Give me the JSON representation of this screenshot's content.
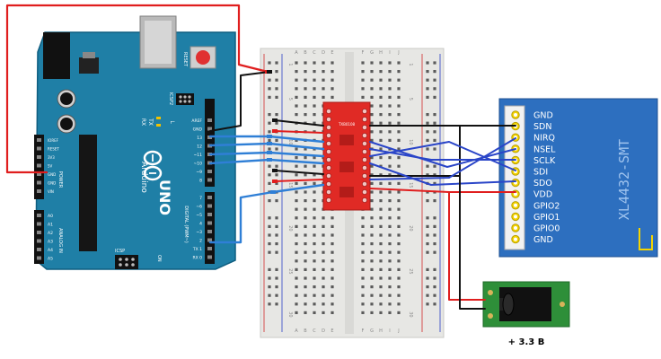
{
  "arduino": {
    "reset_label": "RESET",
    "icsp_label": "ICSP",
    "icsp2_label": "ICSP2",
    "tx_label": "TX",
    "rx_label": "RX",
    "l_label": "L",
    "on_label": "ON",
    "aref_label": "AREF",
    "gnd_label": "GND",
    "brand_label": "Arduino",
    "model_label": "UNO",
    "digital_label": "DIGITAL (PWM~)",
    "power_label": "POWER",
    "analog_label": "ANALOG IN",
    "power_pins": [
      "IOREF",
      "RESET",
      "3V3",
      "5V",
      "GND",
      "GND",
      "VIN"
    ],
    "analog_pins": [
      "A0",
      "A1",
      "A2",
      "A3",
      "A4",
      "A5"
    ],
    "digital_pins_top": [
      "13",
      "12",
      "~11",
      "~10",
      "~9",
      "8"
    ],
    "digital_pins_bottom": [
      "7",
      "~6",
      "~5",
      "4",
      "~3",
      "2",
      "TX 1",
      "RX 0"
    ]
  },
  "breadboard": {
    "col_letters_left": [
      "A",
      "B",
      "C",
      "D",
      "E"
    ],
    "col_letters_right": [
      "F",
      "G",
      "H",
      "I",
      "J"
    ],
    "row_numbers": [
      "1",
      "5",
      "10",
      "15",
      "20",
      "25",
      "30"
    ]
  },
  "level_shifter": {
    "chip_label": "TXB0108"
  },
  "rf_module": {
    "part_label": "XL4432-SMT",
    "pins": [
      "GND",
      "SDN",
      "NIRQ",
      "NSEL",
      "SCLK",
      "SDI",
      "SDO",
      "VDD",
      "GPIO2",
      "GPIO1",
      "GPIO0",
      "GND"
    ]
  },
  "power_jack": {
    "caption": "+ 3.3 В"
  },
  "colors": {
    "arduino_board": "#1f7fa6",
    "rf_module": "#2d6fbf",
    "breadboard": "#e7e7e4",
    "level_shifter": "#e02a25",
    "jack_pcb": "#2e8f39",
    "wire_red": "#e01e1e",
    "wire_black": "#111111",
    "wire_blue": "#2a45c8",
    "wire_blue_light": "#2f7fd6"
  }
}
